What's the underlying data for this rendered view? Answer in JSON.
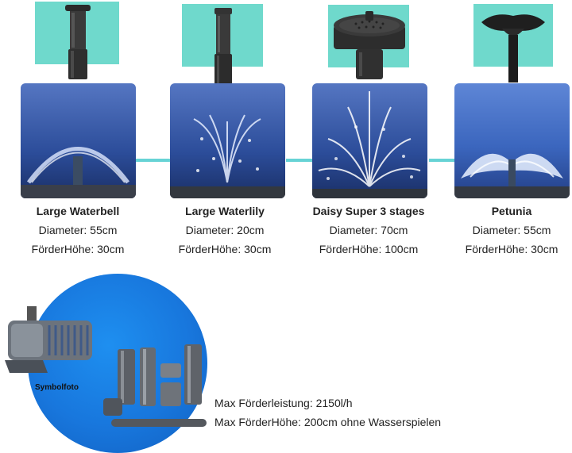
{
  "products": [
    {
      "name": "Large Waterbell",
      "diameter": "Diameter: 55cm",
      "height": "FörderHöhe: 30cm"
    },
    {
      "name": "Large Waterlily",
      "diameter": "Diameter: 20cm",
      "height": "FörderHöhe: 30cm"
    },
    {
      "name": "Daisy Super 3 stages",
      "diameter": "Diameter: 70cm",
      "height": "FörderHöhe: 100cm"
    },
    {
      "name": "Petunia",
      "diameter": "Diameter: 55cm",
      "height": "FörderHöhe: 30cm"
    }
  ],
  "pump": {
    "symbol_label": "Symbolfoto",
    "max_flow": "Max Förderleistung: 2150l/h",
    "max_height": "Max FörderHöhe: 200cm ohne Wasserspielen"
  },
  "colors": {
    "accent_teal": "#6fd9cc",
    "connector": "#67d3d5",
    "circle_blue": "#1877dd"
  }
}
